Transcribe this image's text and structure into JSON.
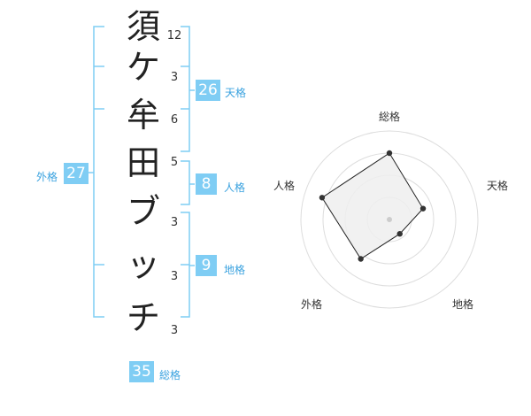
{
  "name_chars": [
    {
      "char": "須",
      "strokes": "12"
    },
    {
      "char": "ケ",
      "strokes": "3"
    },
    {
      "char": "牟",
      "strokes": "6"
    },
    {
      "char": "田",
      "strokes": "5"
    },
    {
      "char": "ブ",
      "strokes": "3"
    },
    {
      "char": "ッ",
      "strokes": "3"
    },
    {
      "char": "チ",
      "strokes": "3"
    }
  ],
  "kaku": {
    "tenkaku": {
      "value": "26",
      "label": "天格"
    },
    "jinkaku": {
      "value": "8",
      "label": "人格"
    },
    "chikaku": {
      "value": "9",
      "label": "地格"
    },
    "gaikaku": {
      "value": "27",
      "label": "外格"
    },
    "soukaku": {
      "value": "35",
      "label": "総格"
    }
  },
  "chart_data": {
    "type": "radar",
    "axes": [
      "総格",
      "天格",
      "地格",
      "外格",
      "人格"
    ],
    "values": [
      0.75,
      0.4,
      0.2,
      0.55,
      0.8
    ],
    "rings": 4,
    "fill_color": "#efefef",
    "line_color": "#222222"
  }
}
